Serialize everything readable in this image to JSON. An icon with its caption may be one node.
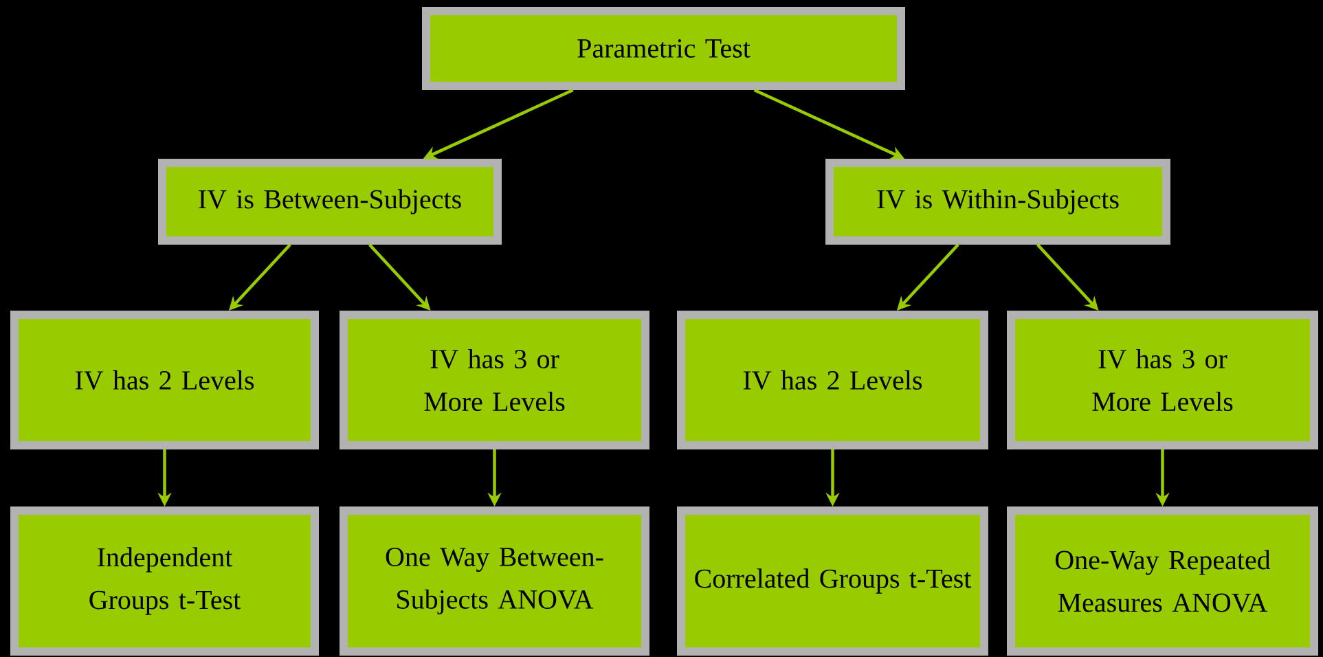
{
  "diagram": {
    "nodes": [
      {
        "text": [
          "Parametric Test"
        ]
      },
      {
        "text": [
          "IV is Between-Subjects"
        ]
      },
      {
        "text": [
          "IV is Within-Subjects"
        ]
      },
      {
        "text": [
          "IV has 2 Levels"
        ]
      },
      {
        "text": [
          "IV has 3 or More Levels"
        ]
      },
      {
        "text": [
          "IV has 2 Levels"
        ]
      },
      {
        "text": [
          "IV has 3 or More Levels"
        ]
      },
      {
        "text": [
          "Independent Groups t-Test"
        ]
      },
      {
        "text": [
          "One Way Between-Subjects ANOVA"
        ]
      },
      {
        "text": [
          "Correlated Groups t-Test"
        ]
      },
      {
        "text": [
          "One-Way Repeated Measures ANOVA"
        ]
      }
    ],
    "edges": [
      {
        "from": 0,
        "to": 1,
        "arrow": "to"
      },
      {
        "from": 0,
        "to": 2,
        "arrow": "to"
      },
      {
        "from": 1,
        "to": 3,
        "arrow": "to"
      },
      {
        "from": 1,
        "to": 4,
        "arrow": "to"
      },
      {
        "from": 2,
        "to": 5,
        "arrow": "to"
      },
      {
        "from": 2,
        "to": 6,
        "arrow": "to"
      },
      {
        "from": 3,
        "to": 7,
        "arrow": "to"
      },
      {
        "from": 4,
        "to": 8,
        "arrow": "to"
      },
      {
        "from": 5,
        "to": 9,
        "arrow": "to"
      },
      {
        "from": 6,
        "to": 10,
        "arrow": "to"
      }
    ]
  }
}
